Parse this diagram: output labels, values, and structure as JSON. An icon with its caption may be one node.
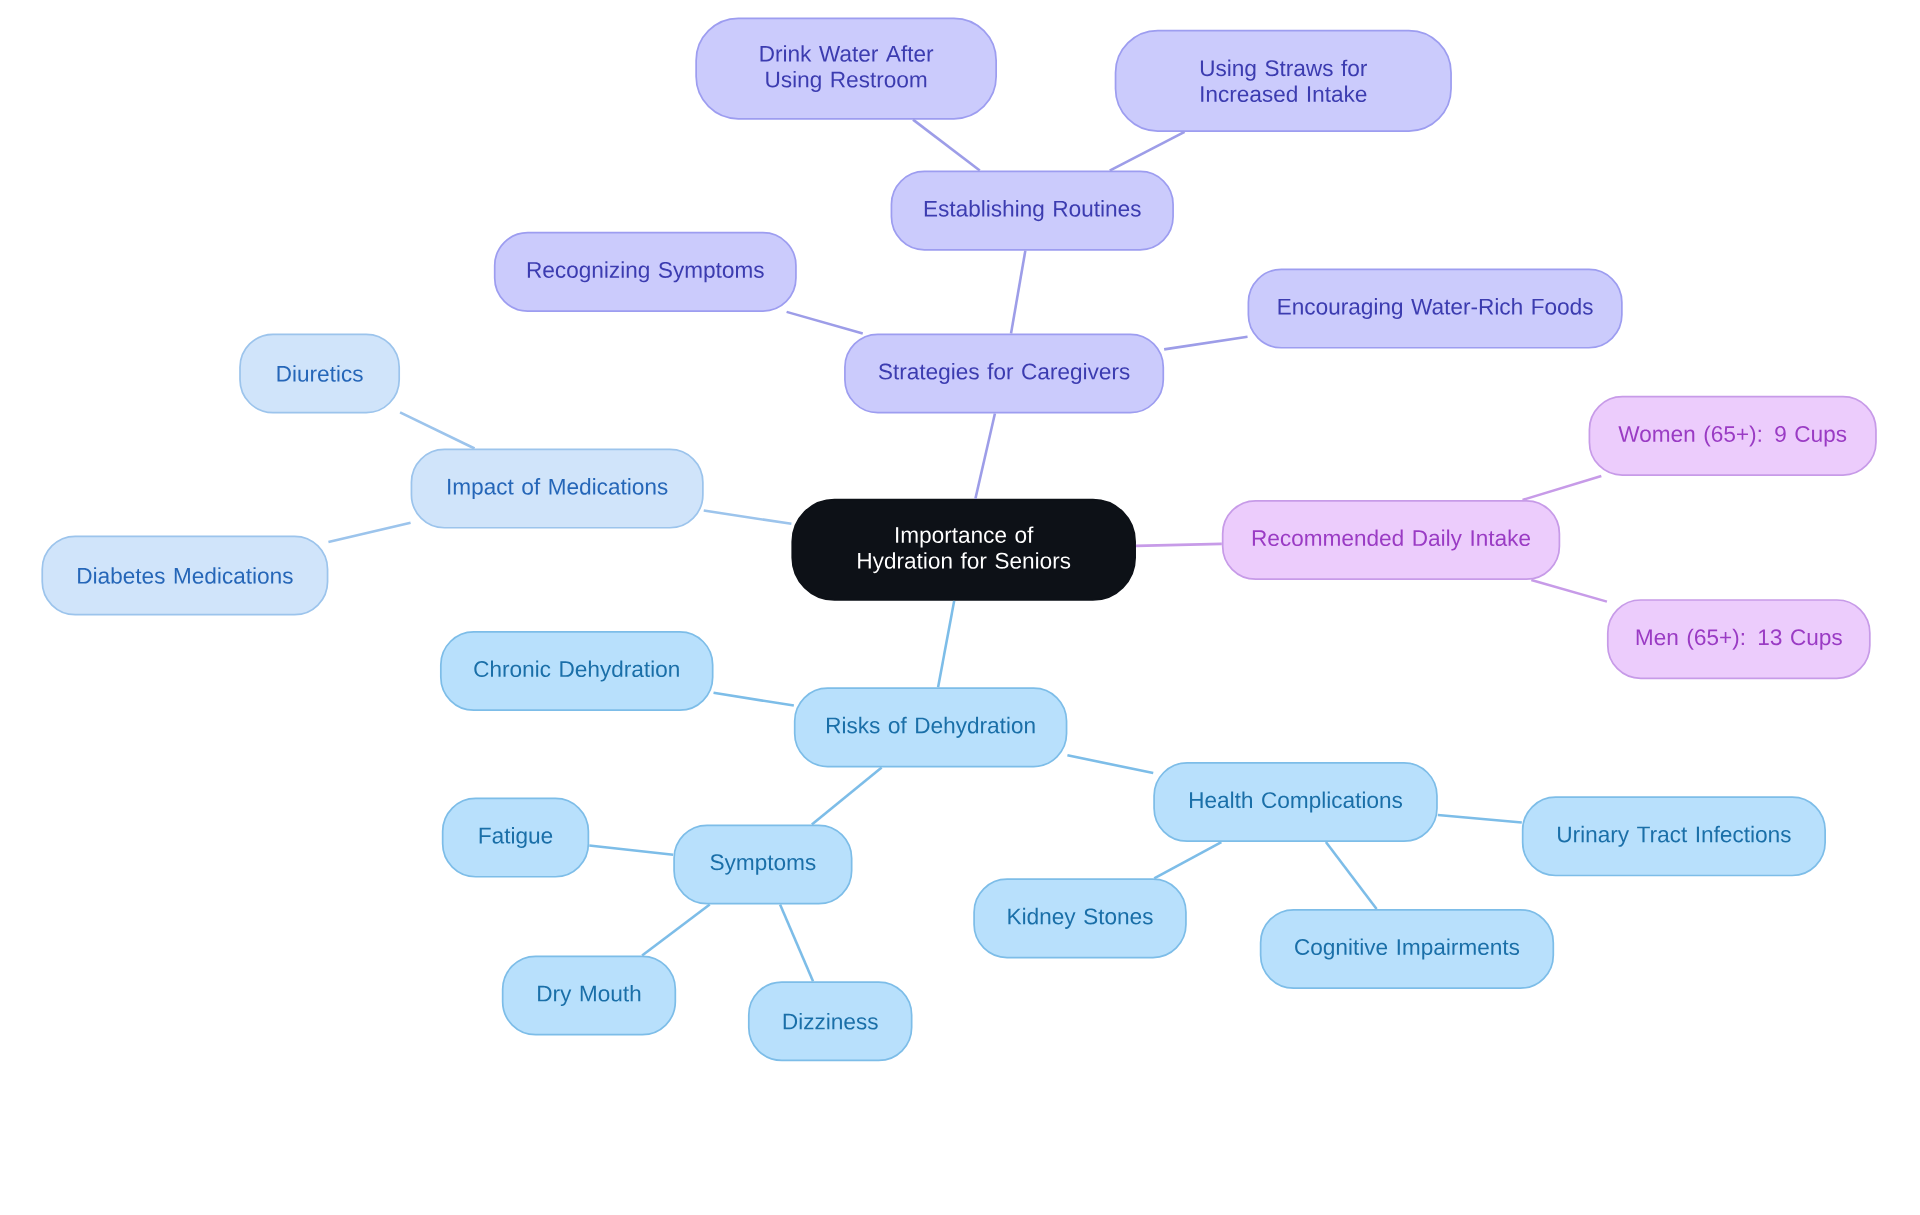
{
  "diagram": {
    "nodes": [
      {
        "text": [
          "Importance of Hydration for Seniors"
        ]
      },
      {
        "text": [
          "Strategies for Caregivers"
        ]
      },
      {
        "text": [
          "Establishing Routines"
        ]
      },
      {
        "text": [
          "Drink Water After Using Restroom"
        ]
      },
      {
        "text": [
          "Using Straws for Increased Intake"
        ]
      },
      {
        "text": [
          "Recognizing Symptoms"
        ]
      },
      {
        "text": [
          "Encouraging Water-Rich Foods"
        ]
      },
      {
        "text": [
          "Recommended Daily Intake"
        ]
      },
      {
        "text": [
          "Women (65+): 9 Cups"
        ]
      },
      {
        "text": [
          "Men (65+): 13 Cups"
        ]
      },
      {
        "text": [
          "Impact of Medications"
        ]
      },
      {
        "text": [
          "Diuretics"
        ]
      },
      {
        "text": [
          "Diabetes Medications"
        ]
      },
      {
        "text": [
          "Risks of Dehydration"
        ]
      },
      {
        "text": [
          "Chronic Dehydration"
        ]
      },
      {
        "text": [
          "Symptoms"
        ]
      },
      {
        "text": [
          "Fatigue"
        ]
      },
      {
        "text": [
          "Dry Mouth"
        ]
      },
      {
        "text": [
          "Dizziness"
        ]
      },
      {
        "text": [
          "Health Complications"
        ]
      },
      {
        "text": [
          "Kidney Stones"
        ]
      },
      {
        "text": [
          "Cognitive Impairments"
        ]
      },
      {
        "text": [
          "Urinary Tract Infections"
        ]
      }
    ],
    "edges": [
      {
        "from": 0,
        "to": 1,
        "arrow": "none",
        "color": "#9d9de8"
      },
      {
        "from": 1,
        "to": 2,
        "arrow": "none",
        "color": "#9d9de8"
      },
      {
        "from": 2,
        "to": 3,
        "arrow": "none",
        "color": "#9d9de8"
      },
      {
        "from": 2,
        "to": 4,
        "arrow": "none",
        "color": "#9d9de8"
      },
      {
        "from": 1,
        "to": 5,
        "arrow": "none",
        "color": "#9d9de8"
      },
      {
        "from": 1,
        "to": 6,
        "arrow": "none",
        "color": "#9d9de8"
      },
      {
        "from": 0,
        "to": 7,
        "arrow": "none",
        "color": "#c79be8"
      },
      {
        "from": 7,
        "to": 8,
        "arrow": "none",
        "color": "#c79be8"
      },
      {
        "from": 7,
        "to": 9,
        "arrow": "none",
        "color": "#c79be8"
      },
      {
        "from": 0,
        "to": 10,
        "arrow": "none",
        "color": "#9cc4ec"
      },
      {
        "from": 10,
        "to": 11,
        "arrow": "none",
        "color": "#9cc4ec"
      },
      {
        "from": 10,
        "to": 12,
        "arrow": "none",
        "color": "#9cc4ec"
      },
      {
        "from": 0,
        "to": 13,
        "arrow": "none"
      },
      {
        "from": 13,
        "to": 14,
        "arrow": "none"
      },
      {
        "from": 13,
        "to": 15,
        "arrow": "none"
      },
      {
        "from": 15,
        "to": 16,
        "arrow": "none"
      },
      {
        "from": 15,
        "to": 17,
        "arrow": "none"
      },
      {
        "from": 15,
        "to": 18,
        "arrow": "none"
      },
      {
        "from": 13,
        "to": 19,
        "arrow": "none"
      },
      {
        "from": 19,
        "to": 20,
        "arrow": "none"
      },
      {
        "from": 19,
        "to": 21,
        "arrow": "none"
      },
      {
        "from": 19,
        "to": 22,
        "arrow": "none"
      }
    ]
  }
}
